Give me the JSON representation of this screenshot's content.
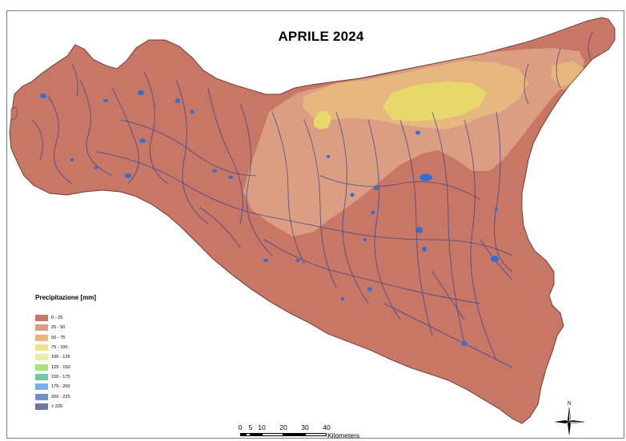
{
  "map": {
    "title": "APRILE 2024",
    "colors": {
      "class_0_25": "#c87665",
      "class_25_50": "#dc9e82",
      "class_50_75": "#e6b77e",
      "class_75_100": "#e8d86c",
      "water": "#2f6fd8",
      "river": "#2b3f8f"
    }
  },
  "legend": {
    "title": "Precipitazione [mm]",
    "items": [
      {
        "label": "0 - 25",
        "color": "#c87665"
      },
      {
        "label": "25 - 50",
        "color": "#dc9e82"
      },
      {
        "label": "50 - 75",
        "color": "#e6b77e"
      },
      {
        "label": "75 - 100",
        "color": "#f0e48c"
      },
      {
        "label": "100 - 125",
        "color": "#e7f0a2"
      },
      {
        "label": "125 - 150",
        "color": "#a9e27c"
      },
      {
        "label": "150 - 175",
        "color": "#6fc9a8"
      },
      {
        "label": "175 - 200",
        "color": "#7aaee6"
      },
      {
        "label": "200 - 225",
        "color": "#6f8fcf"
      },
      {
        "label": "> 225",
        "color": "#6b779f"
      }
    ]
  },
  "scalebar": {
    "ticks": [
      "0",
      "5",
      "10",
      "20",
      "30",
      "40"
    ],
    "units": "Kilometers"
  },
  "compass": {
    "label": "N"
  }
}
